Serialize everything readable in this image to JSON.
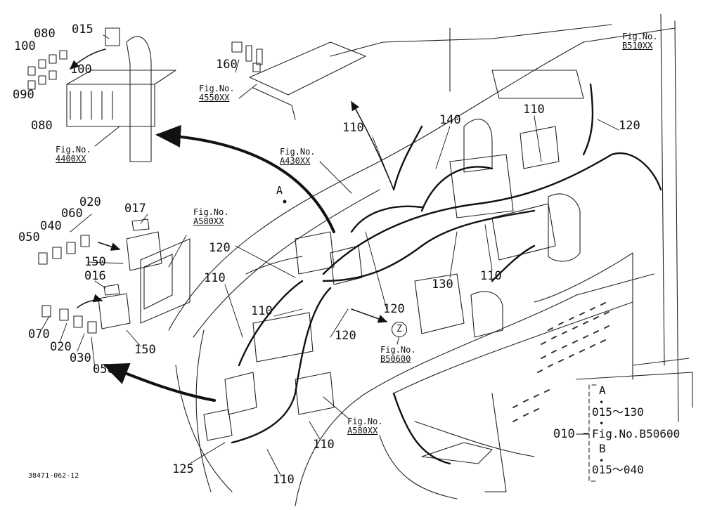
{
  "diagram": {
    "part_labels": {
      "p015": "015",
      "p080a": "080",
      "p100a": "100",
      "p100b": "100",
      "p090": "090",
      "p080b": "080",
      "p160": "160",
      "p110a": "110",
      "p110b": "110",
      "p110c": "110",
      "p110d": "110",
      "p110e": "110",
      "p110f": "110",
      "p110g": "110",
      "p120a": "120",
      "p120b": "120",
      "p120c": "120",
      "p120d": "120",
      "p140": "140",
      "p130": "130",
      "p020a": "020",
      "p017": "017",
      "p060": "060",
      "p040": "040",
      "p050a": "050",
      "p150a": "150",
      "p016": "016",
      "p070": "070",
      "p020b": "020",
      "p030": "030",
      "p050b": "050",
      "p150b": "150",
      "p125": "125",
      "p010": "010",
      "markA": "A",
      "markZ": "Z"
    },
    "fig_refs": {
      "f4550": {
        "l1": "Fig.No.",
        "l2": "4550XX"
      },
      "f4400": {
        "l1": "Fig.No.",
        "l2": "4400XX"
      },
      "fB510": {
        "l1": "Fig.No.",
        "l2": "B510XX"
      },
      "fA430": {
        "l1": "Fig.No.",
        "l2": "A430XX"
      },
      "fA580a": {
        "l1": "Fig.No.",
        "l2": "A580XX"
      },
      "fB506": {
        "l1": "Fig.No.",
        "l2": "B50600"
      },
      "fA580b": {
        "l1": "Fig.No.",
        "l2": "A580XX"
      }
    },
    "legend": {
      "a": "A",
      "a_range": "015～130",
      "fig": "Fig.No.B50600",
      "b": "B",
      "b_range": "015～040"
    },
    "drawing_id": "38471-062-12"
  }
}
